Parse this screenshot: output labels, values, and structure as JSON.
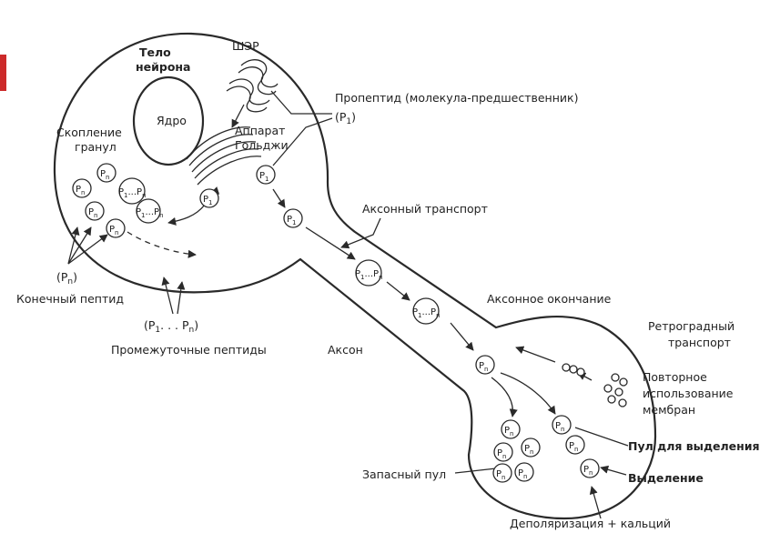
{
  "labels": {
    "neuron_body": [
      "Тело",
      "нейрона"
    ],
    "er": "ШЭР",
    "nucleus": "Ядро",
    "golgi": [
      "Аппарат",
      "Гольджи"
    ],
    "granules": [
      "Скопление",
      "гранул"
    ],
    "propeptide": "Пропептид (молекула-предшественник)",
    "p1_open": "(P",
    "p1_sub": "1",
    "p1_close": ")",
    "axonal_transport": "Аксонный транспорт",
    "pn_paren_open": "(P",
    "pn_paren_sub": "n",
    "pn_paren_close": ")",
    "final_peptide": "Конечный пептид",
    "inter_open": "(P",
    "inter_sub1": "1",
    "inter_dots": ". . . P",
    "inter_subn": "n",
    "inter_close": ")",
    "intermediate_peptides": "Промежуточные пептиды",
    "axon": "Аксон",
    "axon_terminal": "Аксонное окончание",
    "retrograde": [
      "Ретроградный",
      "транспорт"
    ],
    "membrane_reuse": [
      "Повторное",
      "использование",
      "мембран"
    ],
    "release_pool": "Пул для выделения",
    "reserve_pool": "Запасный пул",
    "release": "Выделение",
    "depolarization": "Деполяризация + кальций"
  },
  "vesicle_text": {
    "P": "P",
    "sub_1": "1",
    "sub_n": "n",
    "dots": "..."
  }
}
